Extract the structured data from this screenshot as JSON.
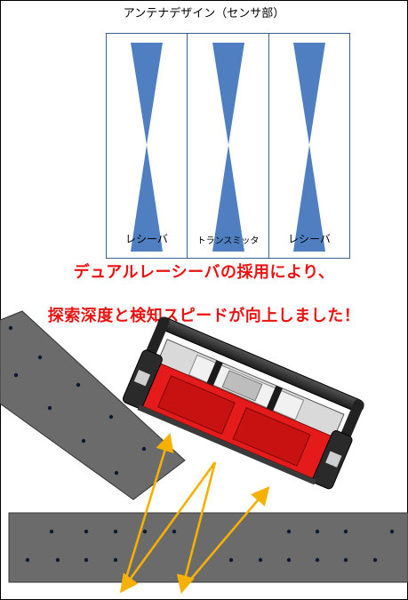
{
  "diagram": {
    "title": "アンテナデザイン（センサ部）",
    "panels": [
      {
        "label": "レシーバ"
      },
      {
        "label": "トランスミッタ"
      },
      {
        "label": "レシーバ"
      }
    ],
    "caption_line1": "デュアルレーシーバの採用により、",
    "caption_line2": "探索深度と検知スピードが向上しました！"
  },
  "colors": {
    "antenna_blue": "#4f7fc0",
    "panel_border": "#3f5f8f",
    "caption_red": "#ee1111",
    "ground_gray": "#6b6b6b",
    "device_red": "#e51b1b",
    "signal_orange": "#f5b000"
  }
}
